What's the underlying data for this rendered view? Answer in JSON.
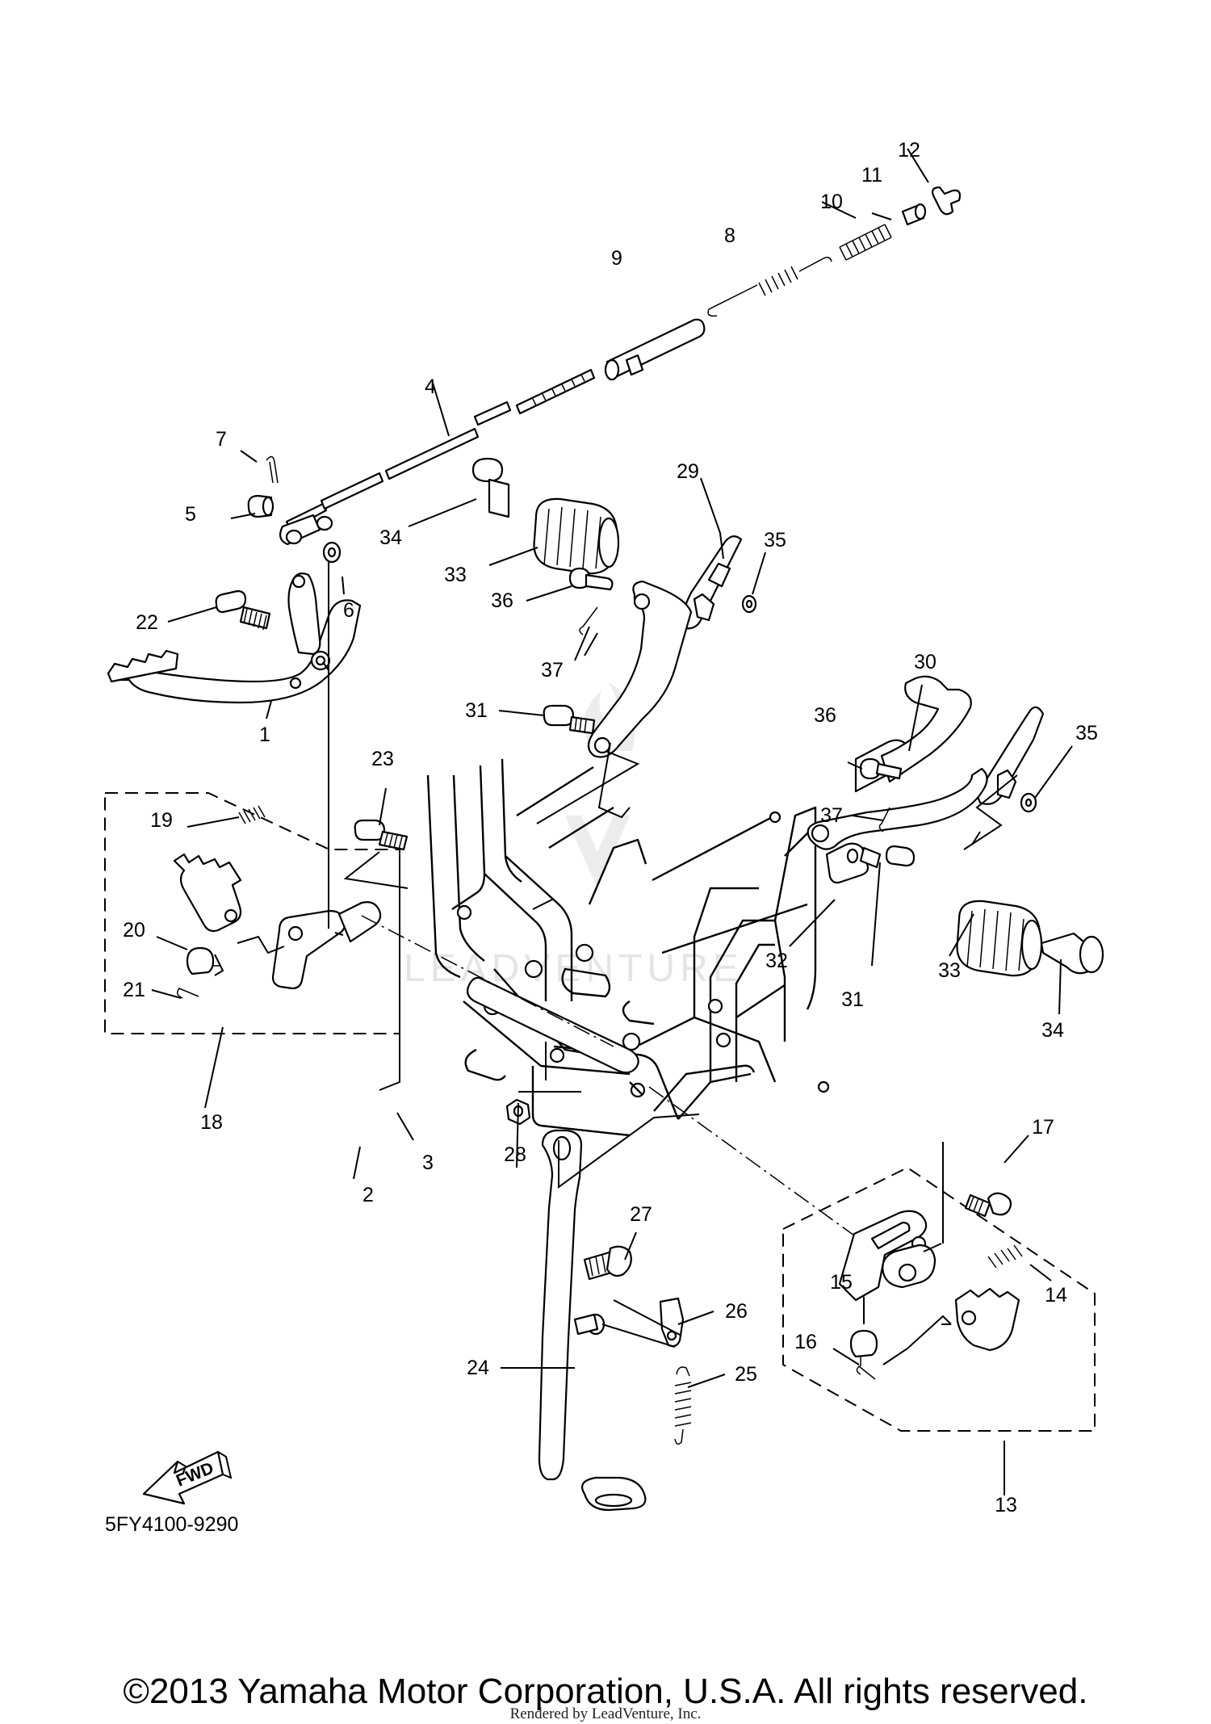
{
  "diagram": {
    "part_code": "5FY4100-9290",
    "fwd_label": "FWD",
    "watermark": "LEADVENTURE",
    "copyright": "©2013 Yamaha Motor Corporation, U.S.A. All rights reserved.",
    "rendered_by": "Rendered by LeadVenture, Inc.",
    "callouts": [
      "1",
      "2",
      "3",
      "4",
      "5",
      "6",
      "7",
      "8",
      "9",
      "10",
      "11",
      "12",
      "13",
      "14",
      "15",
      "16",
      "17",
      "18",
      "19",
      "20",
      "21",
      "22",
      "23",
      "24",
      "25",
      "26",
      "27",
      "28",
      "29",
      "30",
      "31",
      "31",
      "32",
      "33",
      "33",
      "34",
      "34",
      "35",
      "35",
      "36",
      "36",
      "37",
      "37"
    ]
  }
}
